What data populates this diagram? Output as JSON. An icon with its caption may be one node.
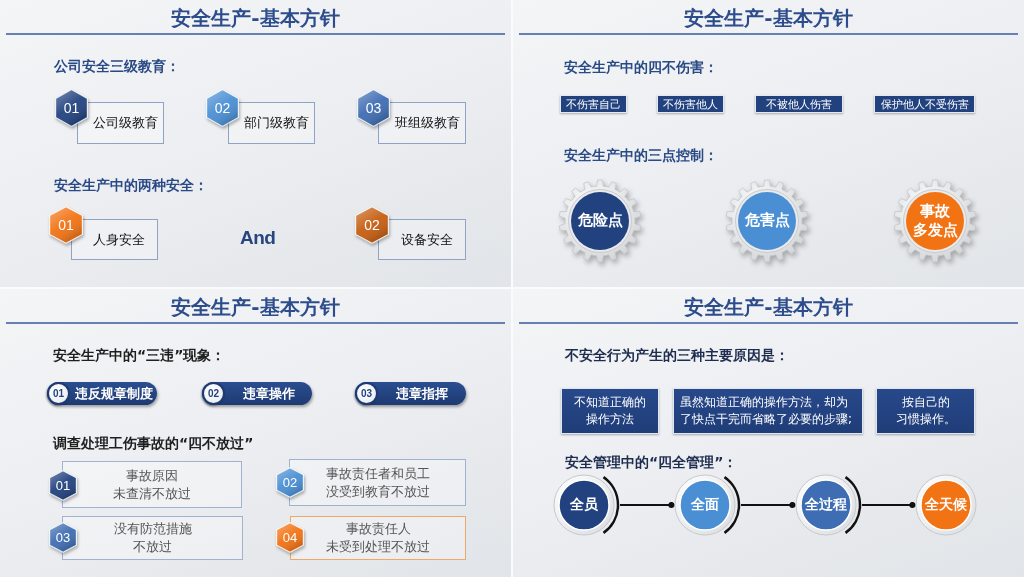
{
  "diagram": {
    "nodes": [
      {
        "text": [
          "安全生产-基本方针",
          "公司安全三级教育：",
          "安全生产中的两种安全："
        ]
      },
      {
        "text": [
          "01"
        ],
        "in": 0
      },
      {
        "text": [
          "公司级教育"
        ],
        "in": 0
      },
      {
        "text": [
          "02"
        ],
        "in": 0
      },
      {
        "text": [
          "部门级教育"
        ],
        "in": 0
      },
      {
        "text": [
          "03"
        ],
        "in": 0
      },
      {
        "text": [
          "班组级教育"
        ],
        "in": 0
      },
      {
        "text": [
          "01"
        ],
        "in": 0
      },
      {
        "text": [
          "人身安全"
        ],
        "in": 0
      },
      {
        "text": [
          "02"
        ],
        "in": 0
      },
      {
        "text": [
          "设备安全"
        ],
        "in": 0
      },
      {
        "text": [
          "安全生产-基本方针",
          "安全生产中的四不伤害：",
          "安全生产中的三点控制："
        ]
      },
      {
        "text": [
          "不伤害自己"
        ],
        "in": 11
      },
      {
        "text": [
          "不伤害他人"
        ],
        "in": 11
      },
      {
        "text": [
          "不被他人伤害"
        ],
        "in": 11
      },
      {
        "text": [
          "保护他人不受伤害"
        ],
        "in": 11
      },
      {
        "text": [
          "危险点"
        ],
        "in": 11
      },
      {
        "text": [
          "危害点"
        ],
        "in": 11
      },
      {
        "text": [
          "事故多发点"
        ],
        "in": 11
      },
      {
        "text": [
          "安全生产-基本方针",
          "安全生产中的“三违”现象：",
          "调查处理工伤事故的“四不放过”"
        ]
      },
      {
        "text": [
          "违反规章制度"
        ],
        "in": 19
      },
      {
        "text": [
          "01"
        ],
        "in": 20
      },
      {
        "text": [
          "违章操作"
        ],
        "in": 19
      },
      {
        "text": [
          "02"
        ],
        "in": 22
      },
      {
        "text": [
          "违章指挥"
        ],
        "in": 19
      },
      {
        "text": [
          "03"
        ],
        "in": 24
      },
      {
        "text": [
          "01"
        ],
        "in": 19
      },
      {
        "text": [
          "事故原因未查清不放过"
        ],
        "in": 19
      },
      {
        "text": [
          "02"
        ],
        "in": 19
      },
      {
        "text": [
          "事故责任者和员工没受到教育不放过"
        ],
        "in": 19
      },
      {
        "text": [
          "03"
        ],
        "in": 19
      },
      {
        "text": [
          "没有防范措施不放过"
        ],
        "in": 19
      },
      {
        "text": [
          "04"
        ],
        "in": 19
      },
      {
        "text": [
          "事故责任人未受到处理不放过"
        ],
        "in": 19
      },
      {
        "text": [
          "安全生产-基本方针",
          "不安全行为产生的三种主要原因是：",
          "安全管理中的“四全管理”："
        ]
      },
      {
        "text": [
          "不知道正确的操作方法"
        ],
        "in": 34
      },
      {
        "text": [
          "虽然知道正确的操作方法，却为了快点干完而省略了必要的步骤;"
        ],
        "in": 34
      },
      {
        "text": [
          "按自己的习惯操作。"
        ],
        "in": 34
      },
      {
        "text": [
          "全员"
        ],
        "in": 34
      },
      {
        "text": [
          "全面"
        ],
        "in": 34
      },
      {
        "text": [
          "全过程"
        ],
        "in": 34
      },
      {
        "text": [
          "全天候"
        ],
        "in": 34
      }
    ],
    "edges": [
      {
        "from": 38,
        "to": 39,
        "arrow": "other"
      },
      {
        "from": 39,
        "to": 40,
        "arrow": "other"
      },
      {
        "from": 40,
        "to": 41,
        "arrow": "other"
      }
    ],
    "labels": [
      "And"
    ]
  }
}
